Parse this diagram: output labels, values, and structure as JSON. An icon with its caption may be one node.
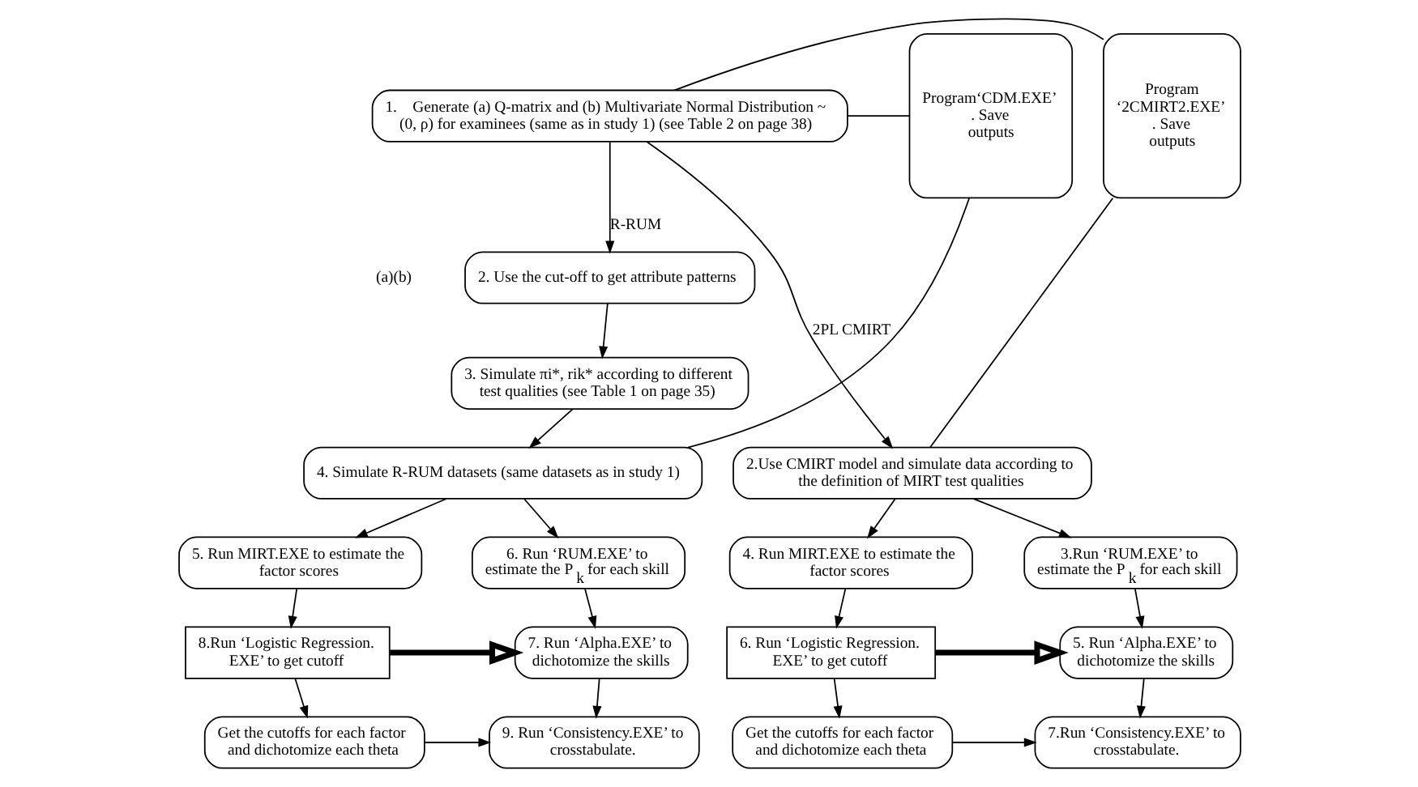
{
  "diagram": {
    "nodes": [
      {
        "text": [
          "1.    Generate (a) Q-matrix and (b) Multivariate Normal Distribution ~ (0, ρ) for examinees (same as in study 1) (see Table 2 on page 38)"
        ]
      },
      {
        "text": [
          "Program‘CDM.EXE’ . Save outputs"
        ]
      },
      {
        "text": [
          "Program ‘2CMIRT2.EXE’ . Save outputs"
        ]
      },
      {
        "text": [
          "2. Use the cut-off to get attribute patterns"
        ]
      },
      {
        "text": [
          "3. Simulate πi*, rik* according to different test qualities (see Table 1 on page 35)"
        ]
      },
      {
        "text": [
          "4. Simulate R-RUM datasets (same datasets as in study 1)"
        ]
      },
      {
        "text": [
          "2.Use CMIRT model and simulate data according to the definition of MIRT test qualities"
        ]
      },
      {
        "text": [
          "5. Run MIRT.EXE to estimate the factor scores"
        ]
      },
      {
        "text": [
          "6. Run ‘RUM.EXE’ to estimate the P$_{k}$ for each skill"
        ]
      },
      {
        "text": [
          "3.Run ‘RUM.EXE’ to estimate the P$_{k}$ for each skill"
        ]
      },
      {
        "text": [
          "4. Run MIRT.EXE to estimate the factor scores"
        ]
      },
      {
        "text": [
          "8.Run ‘Logistic Regression. EXE’ to get cutoff"
        ]
      },
      {
        "text": [
          "7. Run ‘Alpha.EXE’ to dichotomize the skills"
        ]
      },
      {
        "text": [
          "5. Run ‘Alpha.EXE’ to dichotomize the skills"
        ]
      },
      {
        "text": [
          "6. Run ‘Logistic Regression. EXE’ to get cutoff"
        ]
      },
      {
        "text": [
          "Get the cutoffs for each factor and dichotomize each theta"
        ]
      },
      {
        "text": [
          "9. Run ‘Consistency.EXE’ to crosstabulate."
        ]
      },
      {
        "text": [
          "7.Run ‘Consistency.EXE’ to crosstabulate."
        ]
      },
      {
        "text": [
          "Get the cutoffs for each factor and dichotomize each theta"
        ]
      }
    ],
    "edges": [
      {
        "from": 0,
        "to": 3,
        "arrow": "to",
        "label": "R-RUM"
      },
      {
        "from": 0,
        "to": 6,
        "arrow": "to",
        "label": "2PL CMIRT"
      },
      {
        "from": 0,
        "to": 1,
        "arrow": "none"
      },
      {
        "from": 1,
        "to": 5,
        "arrow": "none"
      },
      {
        "from": 0,
        "to": 2,
        "arrow": "none"
      },
      {
        "from": 2,
        "to": 6,
        "arrow": "none"
      },
      {
        "from": 3,
        "to": 4,
        "arrow": "to"
      },
      {
        "from": 4,
        "to": 5,
        "arrow": "to"
      },
      {
        "from": 5,
        "to": 7,
        "arrow": "to"
      },
      {
        "from": 5,
        "to": 8,
        "arrow": "to"
      },
      {
        "from": 6,
        "to": 9,
        "arrow": "to"
      },
      {
        "from": 6,
        "to": 10,
        "arrow": "to"
      },
      {
        "from": 7,
        "to": 11,
        "arrow": "to"
      },
      {
        "from": 8,
        "to": 12,
        "arrow": "to"
      },
      {
        "from": 11,
        "to": 12,
        "arrow": "to",
        "style": "thick"
      },
      {
        "from": 11,
        "to": 15,
        "arrow": "to"
      },
      {
        "from": 12,
        "to": 16,
        "arrow": "to"
      },
      {
        "from": 15,
        "to": 16,
        "arrow": "to"
      },
      {
        "from": 9,
        "to": 13,
        "arrow": "to"
      },
      {
        "from": 10,
        "to": 14,
        "arrow": "to"
      },
      {
        "from": 14,
        "to": 13,
        "arrow": "to",
        "style": "thick"
      },
      {
        "from": 13,
        "to": 17,
        "arrow": "to"
      },
      {
        "from": 14,
        "to": 18,
        "arrow": "to"
      },
      {
        "from": 18,
        "to": 17,
        "arrow": "to"
      }
    ],
    "labels": [
      "(a)(b)"
    ]
  }
}
